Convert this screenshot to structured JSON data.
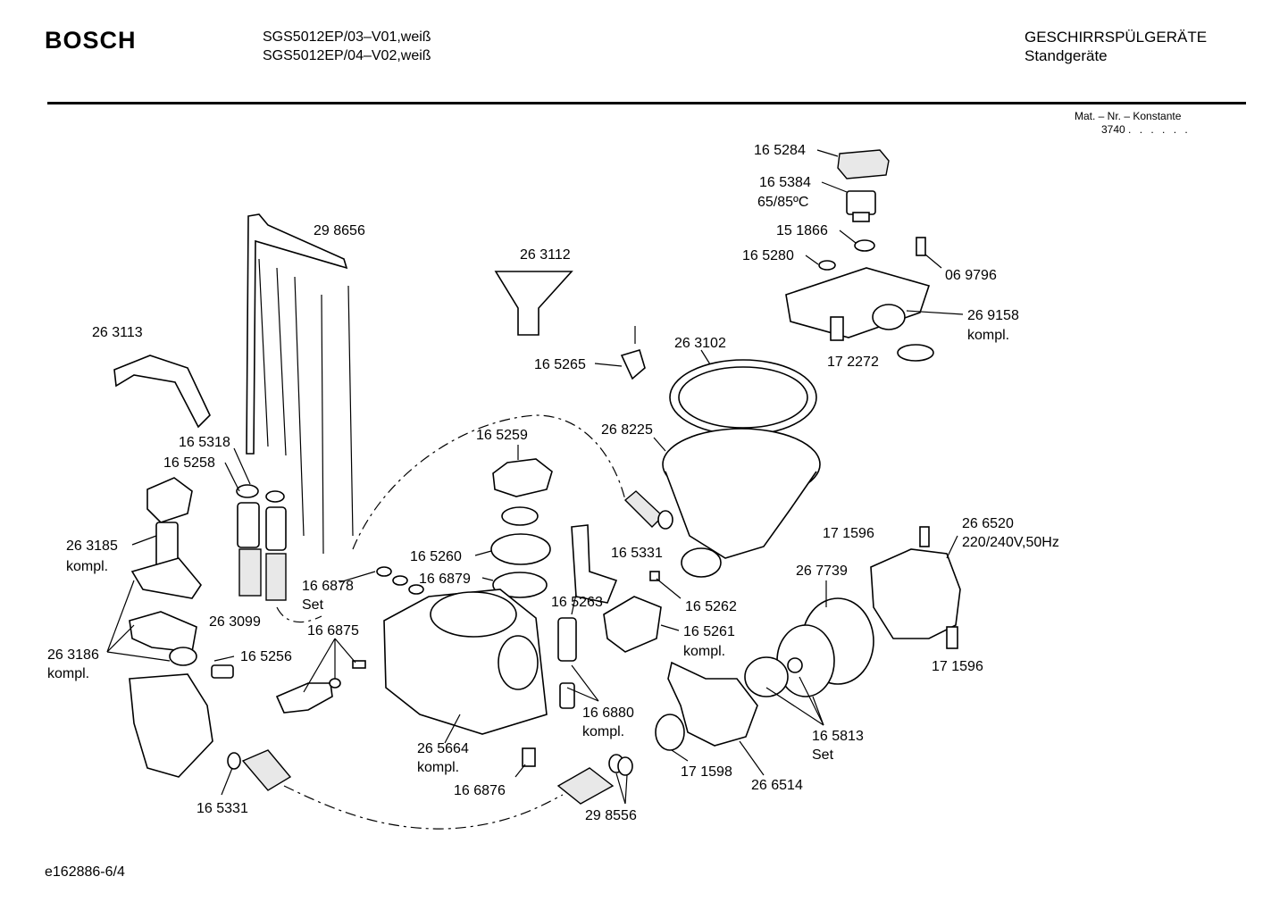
{
  "header": {
    "brand": "BOSCH",
    "model_line_1": "SGS5012EP/03–V01,weiß",
    "model_line_2": "SGS5012EP/04–V02,weiß",
    "category_line_1": "GESCHIRRSPÜLGERÄTE",
    "category_line_2": "Standgeräte",
    "mat_nr_label": "Mat. – Nr. – Konstante",
    "mat_nr_value": "3740",
    "mat_nr_dots": ". . . . . ."
  },
  "footer": {
    "doc_id": "e162886-6/4"
  },
  "parts": {
    "p165284": "16 5284",
    "p165384": "16 5384",
    "p165384_note": "65/85ºC",
    "p151866": "15 1866",
    "p165280": "16 5280",
    "p069796": "06 9796",
    "p269158": "26 9158",
    "p269158_note": "kompl.",
    "p172272": "17 2272",
    "p298656": "29 8656",
    "p263112": "26 3112",
    "p263113": "26 3113",
    "p165265": "16 5265",
    "p263102": "26 3102",
    "p268225": "26 8225",
    "p165259": "16 5259",
    "p165318": "16 5318",
    "p165258": "16 5258",
    "p263185": "26 3185",
    "p263185_note": "kompl.",
    "p165331_top": "16 5331",
    "p171596_top": "17 1596",
    "p266520": "26 6520",
    "p266520_note": "220/240V,50Hz",
    "p165260": "16 5260",
    "p166879": "16 6879",
    "p166878": "16 6878",
    "p166878_note": "Set",
    "p267739": "26 7739",
    "p165263": "16 5263",
    "p165262": "16 5262",
    "p263099": "26 3099",
    "p166875": "16 6875",
    "p165261": "16 5261",
    "p165261_note": "kompl.",
    "p263186": "26 3186",
    "p263186_note": "kompl.",
    "p165256": "16 5256",
    "p171596_bottom": "17 1596",
    "p166880": "16 6880",
    "p166880_note": "kompl.",
    "p165813": "16 5813",
    "p165813_note": "Set",
    "p265664": "26 5664",
    "p265664_note": "kompl.",
    "p171598": "17 1598",
    "p266514": "26 6514",
    "p166876": "16 6876",
    "p165331_bottom": "16 5331",
    "p298556": "29 8556"
  }
}
